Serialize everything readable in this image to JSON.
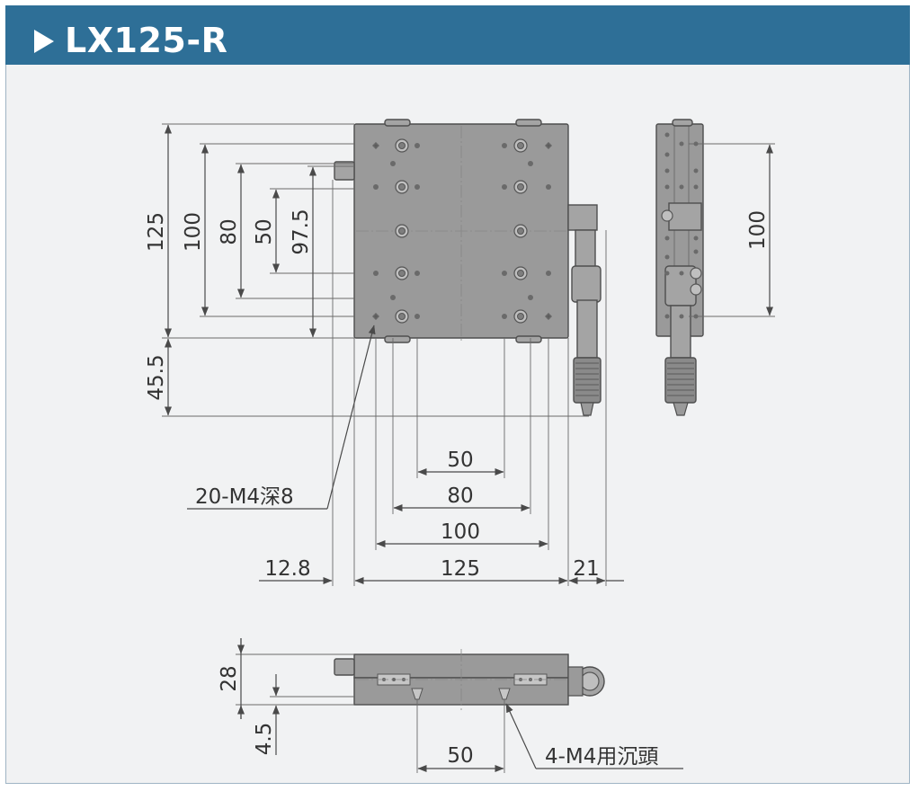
{
  "title": "LX125-R",
  "colors": {
    "header": "#2e6f97",
    "background": "#f1f2f3",
    "body": "#9a9a9a"
  },
  "dimensions": {
    "d125": "125",
    "d100": "100",
    "d80": "80",
    "d50": "50",
    "d97_5": "97.5",
    "d45_5": "45.5",
    "w50": "50",
    "w80": "80",
    "w100": "100",
    "d12_8": "12.8",
    "w125": "125",
    "d21": "21",
    "side100": "100",
    "h28": "28",
    "h4_5": "4.5",
    "bot50": "50"
  },
  "callouts": {
    "holes_top": "20-M4深8",
    "holes_bottom": "4-M4用沉頭"
  }
}
